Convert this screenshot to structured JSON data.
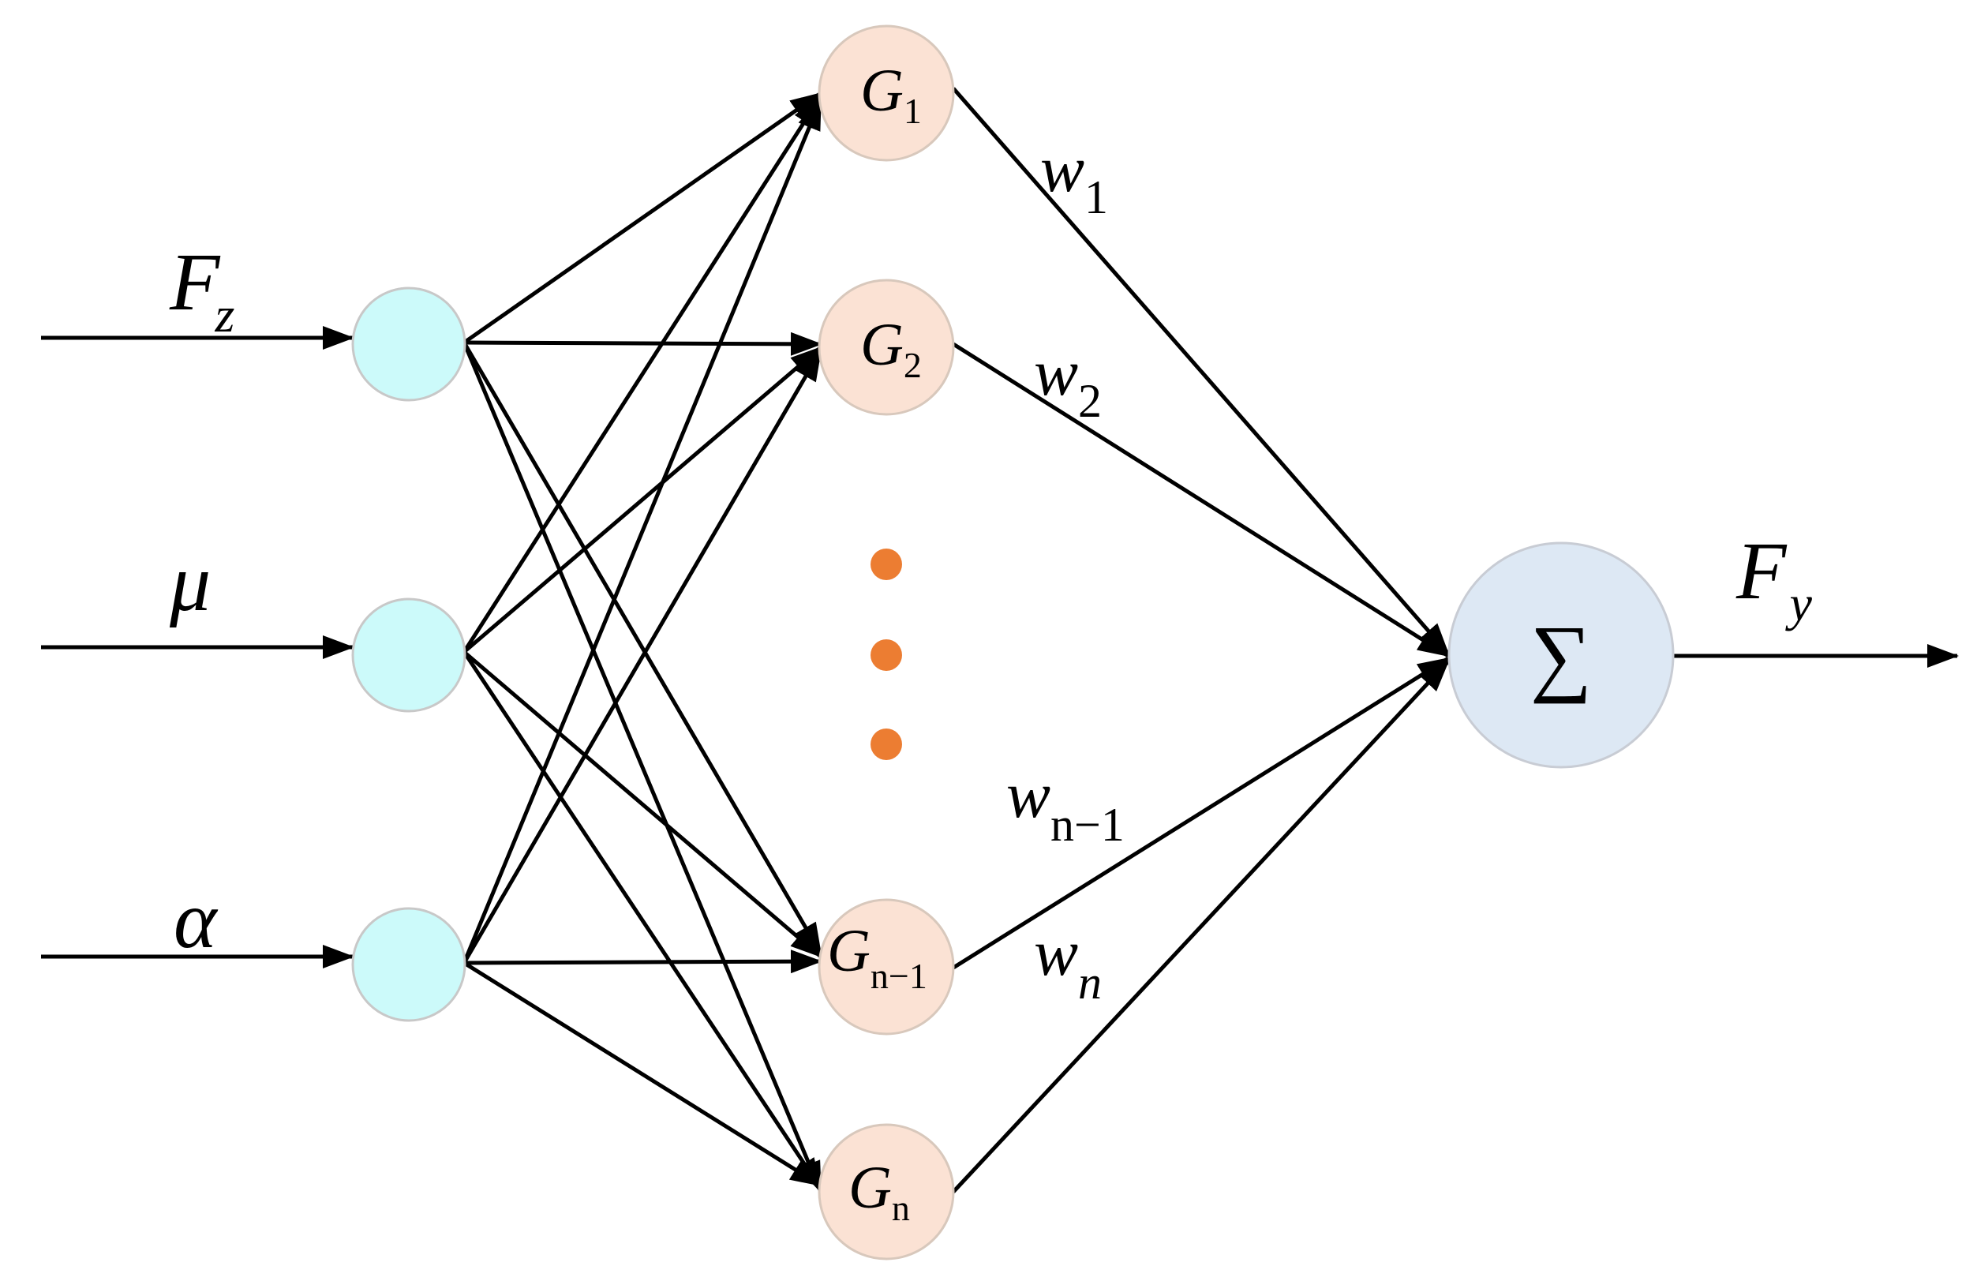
{
  "inputs": [
    {
      "symbol": "F",
      "subscript": "z"
    },
    {
      "symbol": "μ",
      "subscript": ""
    },
    {
      "symbol": "α",
      "subscript": ""
    }
  ],
  "hidden_nodes": [
    {
      "symbol": "G",
      "subscript": "1"
    },
    {
      "symbol": "G",
      "subscript": "2"
    },
    {
      "symbol": "G",
      "subscript": "n−1"
    },
    {
      "symbol": "G",
      "subscript": "n"
    }
  ],
  "weights": [
    {
      "symbol": "w",
      "subscript": "1"
    },
    {
      "symbol": "w",
      "subscript": "2"
    },
    {
      "symbol": "w",
      "subscript": "n−1"
    },
    {
      "symbol": "w",
      "subscript": "n"
    }
  ],
  "sum_node": {
    "symbol": "∑"
  },
  "output": {
    "symbol": "F",
    "subscript": "y"
  },
  "colors": {
    "input_node_fill": "#ccfafa",
    "hidden_node_fill": "#fbe2d4",
    "sum_node_fill": "#dde8f4",
    "ellipsis_dot": "#ec7d32",
    "node_stroke": "#c8c8c8",
    "edge": "#000000"
  }
}
